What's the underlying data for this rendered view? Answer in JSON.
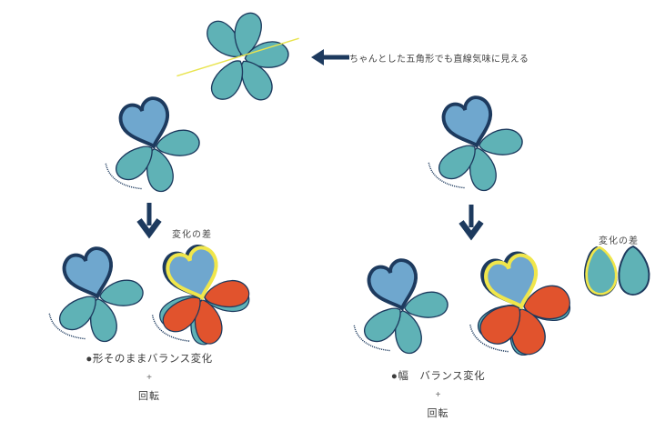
{
  "figure": {
    "arrow_note": "ちゃんとした五角形でも直線気味に見える",
    "diff_label_left": "変化の差",
    "diff_label_right": "変化の差",
    "caption_left": {
      "title": "●形そのままバランス変化",
      "plus": "+",
      "rotation": "回転"
    },
    "caption_right": {
      "title": "●幅　バランス変化",
      "plus": "+",
      "rotation": "回転"
    },
    "colors": {
      "teal": "#5FB2B6",
      "heart_blue": "#6FA7CE",
      "navy": "#1D3A5E",
      "orange": "#E1532D",
      "yellow": "#F0E64B",
      "guide_line_yellow": "#E9E44F",
      "text": "#3F3F3F"
    }
  }
}
